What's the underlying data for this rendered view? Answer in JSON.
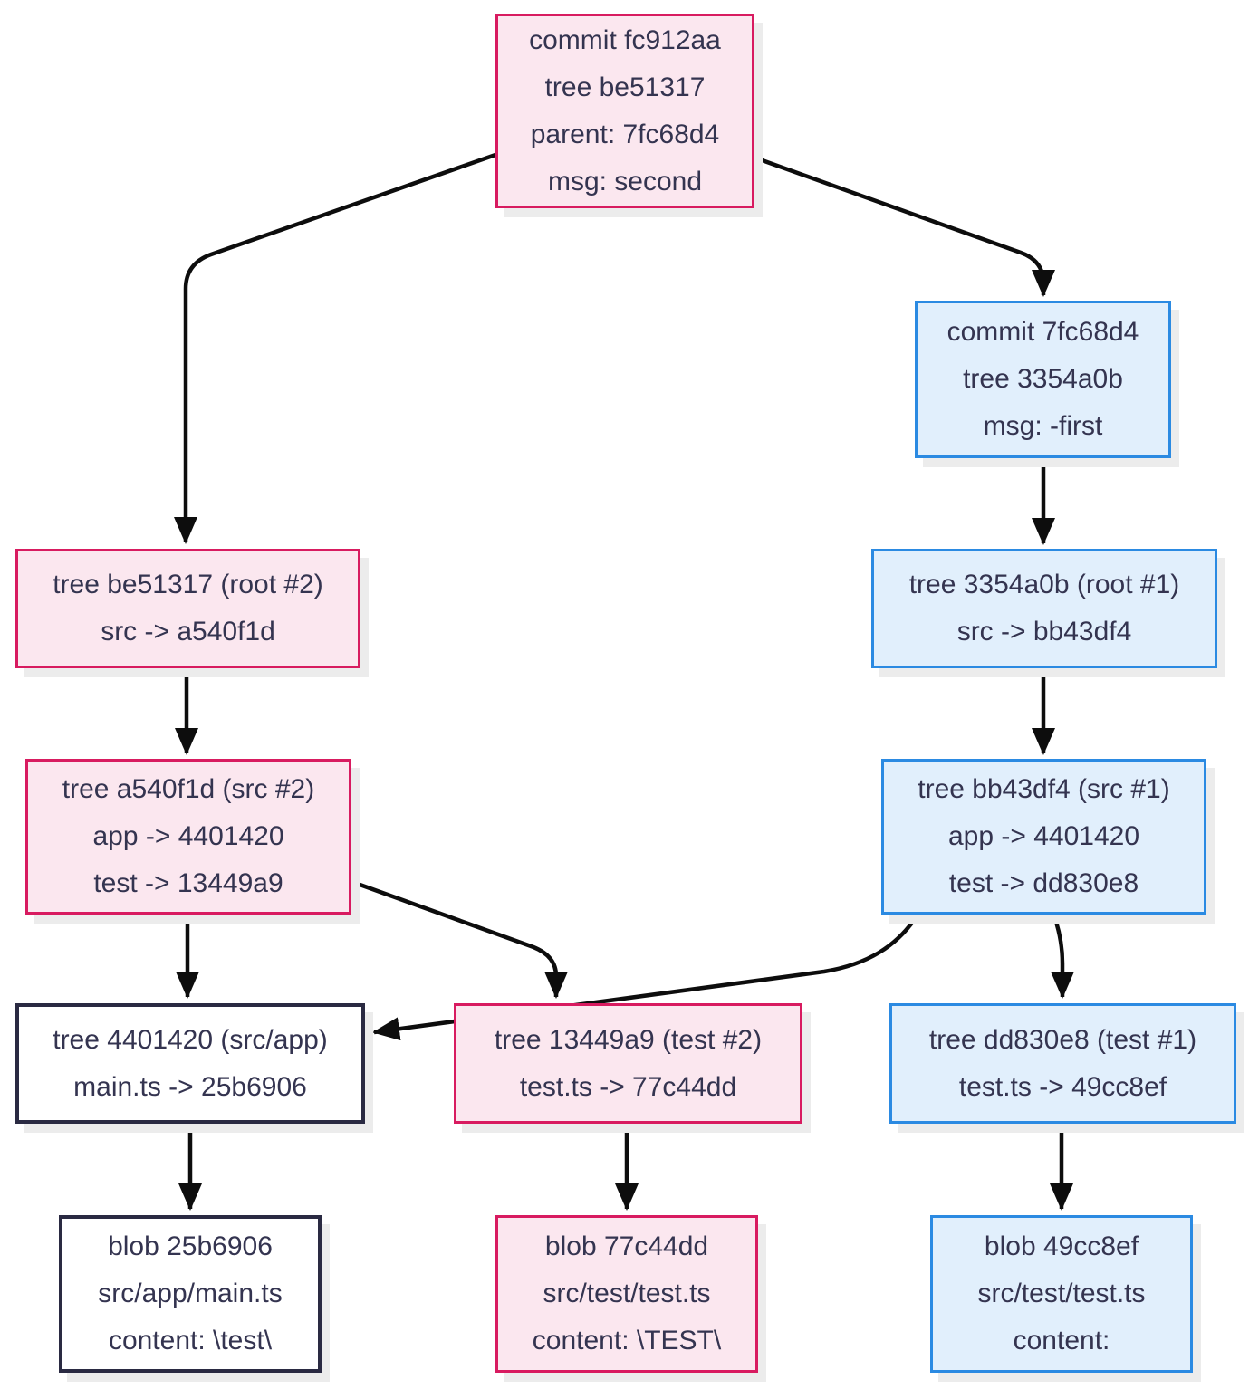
{
  "diagram": {
    "kind": "git-object-graph",
    "background": "#ffffff"
  },
  "colors": {
    "pink_fill": "#fbe7ef",
    "pink_border": "#d81b60",
    "blue_fill": "#e1effc",
    "blue_border": "#2b8ae2",
    "plain_fill": "#ffffff",
    "plain_border": "#2a2a42",
    "text": "#343450",
    "arrow": "#0d0d0d",
    "shadow": "#ececec"
  },
  "nodes": {
    "commit_fc912aa": {
      "variant": "pink",
      "lines": [
        "commit fc912aa",
        "tree be51317",
        "parent: 7fc68d4",
        "msg: second"
      ]
    },
    "commit_7fc68d4": {
      "variant": "blue",
      "lines": [
        "commit 7fc68d4",
        "tree 3354a0b",
        "msg: -first"
      ]
    },
    "tree_be51317": {
      "variant": "pink",
      "lines": [
        "tree be51317 (root #2)",
        "src -> a540f1d"
      ]
    },
    "tree_3354a0b": {
      "variant": "blue",
      "lines": [
        "tree 3354a0b (root #1)",
        "src -> bb43df4"
      ]
    },
    "tree_a540f1d": {
      "variant": "pink",
      "lines": [
        "tree a540f1d (src #2)",
        "app -> 4401420",
        "test -> 13449a9"
      ]
    },
    "tree_bb43df4": {
      "variant": "blue",
      "lines": [
        "tree bb43df4 (src #1)",
        "app -> 4401420",
        "test -> dd830e8"
      ]
    },
    "tree_4401420": {
      "variant": "plain",
      "lines": [
        "tree 4401420 (src/app)",
        "main.ts -> 25b6906"
      ]
    },
    "tree_13449a9": {
      "variant": "pink",
      "lines": [
        "tree 13449a9 (test #2)",
        "test.ts -> 77c44dd"
      ]
    },
    "tree_dd830e8": {
      "variant": "blue",
      "lines": [
        "tree dd830e8 (test #1)",
        "test.ts -> 49cc8ef"
      ]
    },
    "blob_25b6906": {
      "variant": "plain",
      "lines": [
        "blob 25b6906",
        "src/app/main.ts",
        "content: \\test\\"
      ]
    },
    "blob_77c44dd": {
      "variant": "pink",
      "lines": [
        "blob 77c44dd",
        "src/test/test.ts",
        "content: \\TEST\\"
      ]
    },
    "blob_49cc8ef": {
      "variant": "blue",
      "lines": [
        "blob 49cc8ef",
        "src/test/test.ts",
        "content:"
      ]
    }
  },
  "edges": [
    {
      "from": "commit fc912aa",
      "to": "tree be51317"
    },
    {
      "from": "commit fc912aa",
      "to": "commit 7fc68d4"
    },
    {
      "from": "commit 7fc68d4",
      "to": "tree 3354a0b"
    },
    {
      "from": "tree be51317",
      "to": "tree a540f1d"
    },
    {
      "from": "tree 3354a0b",
      "to": "tree bb43df4"
    },
    {
      "from": "tree a540f1d",
      "to": "tree 4401420"
    },
    {
      "from": "tree a540f1d",
      "to": "tree 13449a9"
    },
    {
      "from": "tree bb43df4",
      "to": "tree 4401420"
    },
    {
      "from": "tree bb43df4",
      "to": "tree dd830e8"
    },
    {
      "from": "tree 4401420",
      "to": "blob 25b6906"
    },
    {
      "from": "tree 13449a9",
      "to": "blob 77c44dd"
    },
    {
      "from": "tree dd830e8",
      "to": "blob 49cc8ef"
    }
  ]
}
